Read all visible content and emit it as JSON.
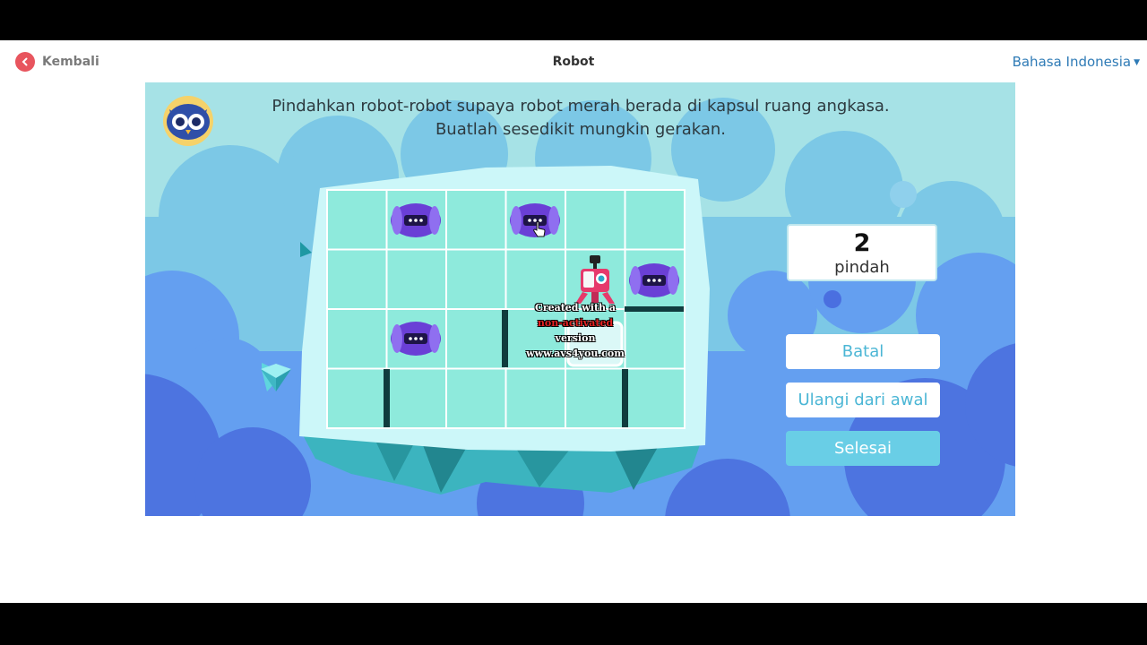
{
  "header": {
    "back_label": "Kembali",
    "title": "Robot",
    "language": "Bahasa Indonesia"
  },
  "game": {
    "instruction_line1": "Pindahkan robot-robot supaya robot merah berada di kapsul ruang angkasa.",
    "instruction_line2": "Buatlah sesedikit mungkin gerakan.",
    "moves_count": "2",
    "moves_label": "pindah",
    "grid": {
      "columns": 6,
      "rows": 4
    },
    "capsule_cell": {
      "col": 5,
      "row": 3
    },
    "red_robot_cell": {
      "col": 5,
      "row": 2
    },
    "blue_robot_cells": [
      {
        "col": 2,
        "row": 1
      },
      {
        "col": 4,
        "row": 1
      },
      {
        "col": 6,
        "row": 2
      },
      {
        "col": 2,
        "row": 3
      }
    ],
    "walls": [
      {
        "type": "horizontal",
        "below_row": 2,
        "col": 6
      },
      {
        "type": "vertical",
        "left_of_col": 4,
        "row": 3
      },
      {
        "type": "vertical",
        "left_of_col": 2,
        "row": 4
      },
      {
        "type": "vertical",
        "left_of_col": 6,
        "row": 4
      }
    ]
  },
  "buttons": {
    "undo": "Batal",
    "restart": "Ulangi dari awal",
    "finish": "Selesai"
  },
  "watermark": {
    "line1": "Created with a",
    "line2_red": "non-activated",
    "line2_rest": "version",
    "line3": "www.avs4you.com"
  },
  "colors": {
    "accent": "#4bb6d5",
    "back_button": "#e8555e",
    "language_link": "#2f7bb6"
  }
}
